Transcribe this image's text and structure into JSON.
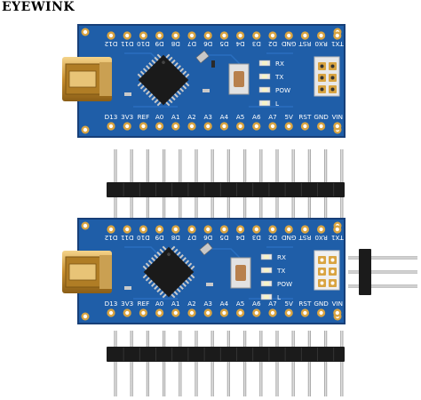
{
  "brand": "EYEWINK",
  "boards": [
    {
      "top_labels": [
        "D12",
        "D11",
        "D10",
        "D9",
        "D8",
        "D7",
        "D6",
        "D5",
        "D4",
        "D3",
        "D2",
        "GND",
        "RST",
        "RX0",
        "TX1"
      ],
      "bottom_labels": [
        "D13",
        "3V3",
        "REF",
        "A0",
        "A1",
        "A2",
        "A3",
        "A4",
        "A5",
        "A6",
        "A7",
        "5V",
        "RST",
        "GND",
        "VIN"
      ],
      "led_labels": [
        "RX",
        "TX",
        "POW",
        "L"
      ]
    },
    {
      "top_labels": [
        "D12",
        "D11",
        "D10",
        "D9",
        "D8",
        "D7",
        "D6",
        "D5",
        "D4",
        "D3",
        "D2",
        "GND",
        "RST",
        "RX0",
        "TX1"
      ],
      "bottom_labels": [
        "D13",
        "3V3",
        "REF",
        "A0",
        "A1",
        "A2",
        "A3",
        "A4",
        "A5",
        "A6",
        "A7",
        "5V",
        "RST",
        "GND",
        "VIN"
      ],
      "led_labels": [
        "RX",
        "TX",
        "POW",
        "L"
      ]
    }
  ],
  "colors": {
    "pcb": "#1f5ea8",
    "pcb_dark": "#173f78",
    "trace": "#2a6fc0",
    "gold": "#d9a441",
    "header_plastic": "#1b1b1b",
    "pin": "#c9c9c9"
  },
  "header_strips": {
    "pins_per_strip": 15,
    "icsp_pins": 3
  }
}
